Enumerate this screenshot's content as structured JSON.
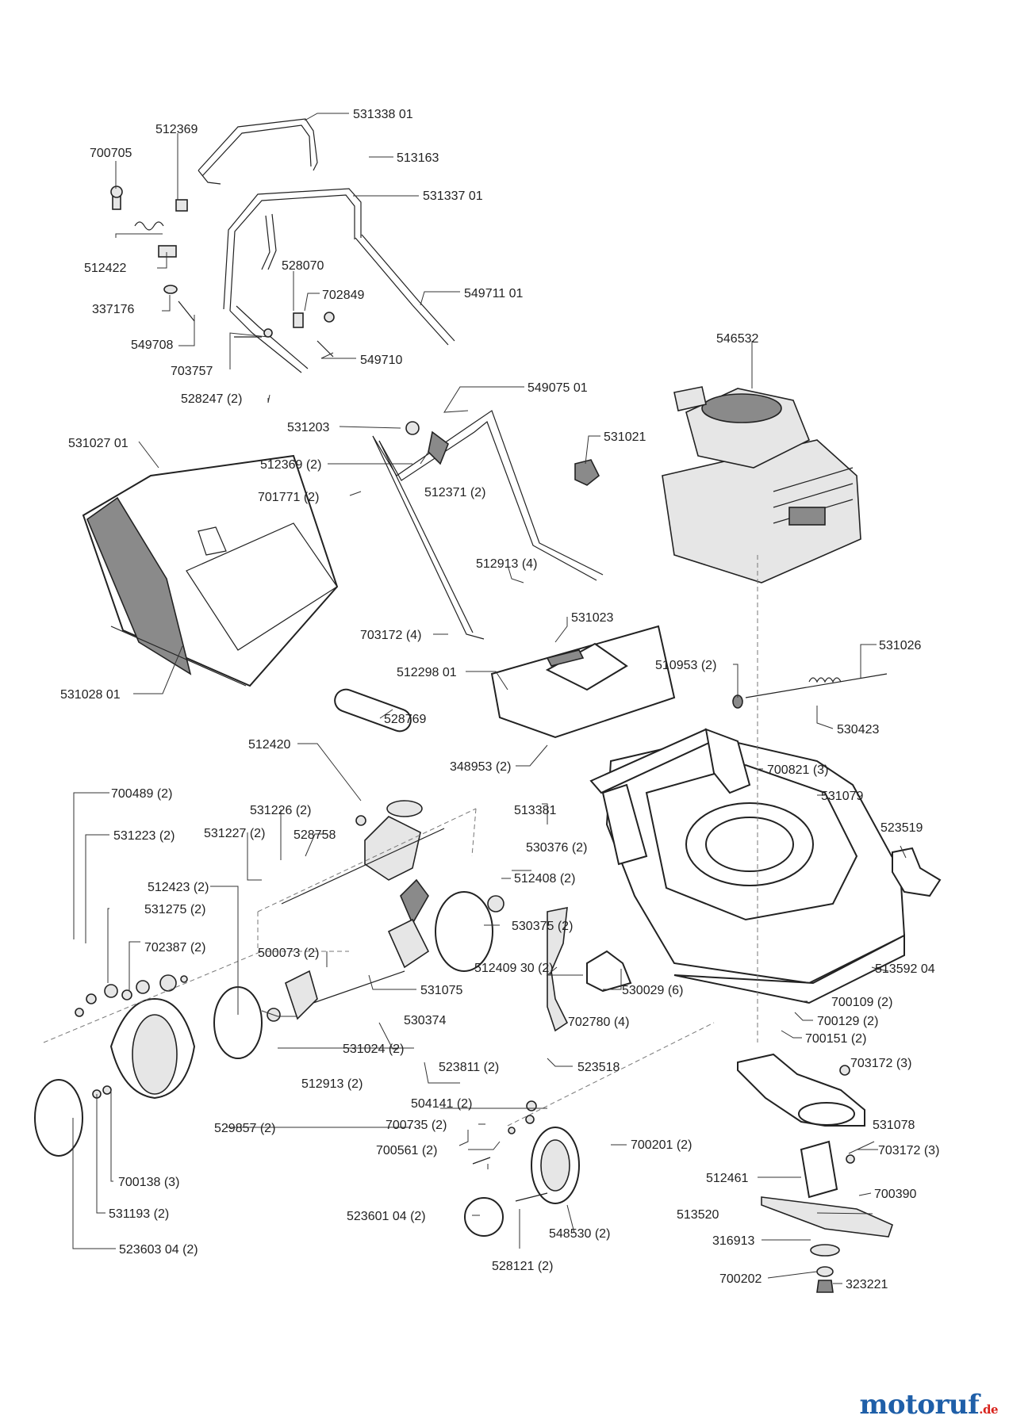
{
  "labels": {
    "531338_01": "531338 01",
    "513163": "513163",
    "512369": "512369",
    "700705": "700705",
    "531337_01": "531337 01",
    "512422": "512422",
    "528070": "528070",
    "702849": "702849",
    "549711_01": "549711 01",
    "337176": "337176",
    "549708": "549708",
    "549710": "549710",
    "703757": "703757",
    "528247_2": "528247 (2)",
    "546532": "546532",
    "549075_01": "549075 01",
    "531203": "531203",
    "531027_01": "531027 01",
    "531021": "531021",
    "512369_2": "512369 (2)",
    "512371_2": "512371 (2)",
    "701771_2": "701771 (2)",
    "512913_4": "512913 (4)",
    "531023": "531023",
    "703172_4": "703172 (4)",
    "531026": "531026",
    "510953_2": "510953 (2)",
    "512298_01": "512298 01",
    "531028_01": "531028 01",
    "530423": "530423",
    "528769": "528769",
    "512420": "512420",
    "348953_2": "348953 (2)",
    "700821_3": "700821 (3)",
    "700489_2": "700489 (2)",
    "531079": "531079",
    "531226_2": "531226 (2)",
    "513381": "513381",
    "531223_2": "531223 (2)",
    "531227_2": "531227 (2)",
    "528758": "528758",
    "523519": "523519",
    "530376_2": "530376  (2)",
    "512408_2": "512408 (2)",
    "512423_2": "512423 (2)",
    "531275_2": "531275 (2)",
    "530375_2": "530375 (2)",
    "702387_2": "702387 (2)",
    "500073_2": "500073 (2)",
    "512409_30_2": "512409 30 (2)",
    "513592_04": "513592 04",
    "531075": "531075",
    "530029_6": "530029 (6)",
    "700109_2": "700109 (2)",
    "530374": "530374",
    "702780_4": "702780 (4)",
    "700129_2": "700129 (2)",
    "700151_2": "700151 (2)",
    "531024_2": "531024 (2)",
    "703172_3a": "703172 (3)",
    "523811_2": "523811 (2)",
    "523518": "523518",
    "512913_2": "512913 (2)",
    "531078": "531078",
    "504141_2": "504141 (2)",
    "529857_2": "529857 (2)",
    "700735_2": "700735 (2)",
    "700201_2": "700201 (2)",
    "703172_3b": "703172 (3)",
    "700561_2": "700561 (2)",
    "512461": "512461",
    "700138_3": "700138 (3)",
    "700390": "700390",
    "513520": "513520",
    "531193_2": "531193 (2)",
    "523601_04_2": "523601 04 (2)",
    "548530_2": "548530 (2)",
    "316913": "316913",
    "523603_04_2": "523603 04 (2)",
    "528121_2": "528121 (2)",
    "700202": "700202",
    "323221": "323221"
  },
  "brand": {
    "name": "motoruf",
    "tld": ".de",
    "color": "#1f5fa8",
    "accent": "#d8231c"
  }
}
